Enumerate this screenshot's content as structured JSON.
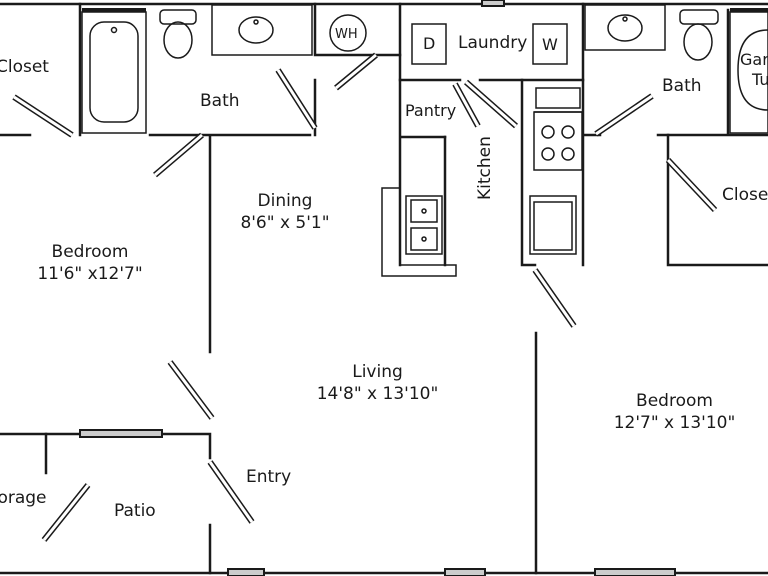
{
  "colors": {
    "wall": "#1a1a1a",
    "background": "#ffffff",
    "window": "#cccccc"
  },
  "rooms": {
    "closet_left": {
      "name": "Closet"
    },
    "bath_left": {
      "name": "Bath"
    },
    "wh": {
      "name": "WH"
    },
    "laundry": {
      "name": "Laundry",
      "dryer": "D",
      "washer": "W"
    },
    "pantry": {
      "name": "Pantry"
    },
    "bath_right": {
      "name": "Bath"
    },
    "garden_tub": {
      "name": "Garden",
      "name_line2": "Tub"
    },
    "closet_right": {
      "name": "Closet"
    },
    "dining": {
      "name": "Dining",
      "size": "8'6\" x 5'1\""
    },
    "kitchen": {
      "name": "Kitchen"
    },
    "bedroom_left": {
      "name": "Bedroom",
      "size": "11'6\" x12'7\""
    },
    "living": {
      "name": "Living",
      "size": "14'8\" x 13'10\""
    },
    "bedroom_right": {
      "name": "Bedroom",
      "size": "12'7\" x 13'10\""
    },
    "entry": {
      "name": "Entry"
    },
    "storage": {
      "name": "Storage"
    },
    "patio": {
      "name": "Patio"
    }
  }
}
